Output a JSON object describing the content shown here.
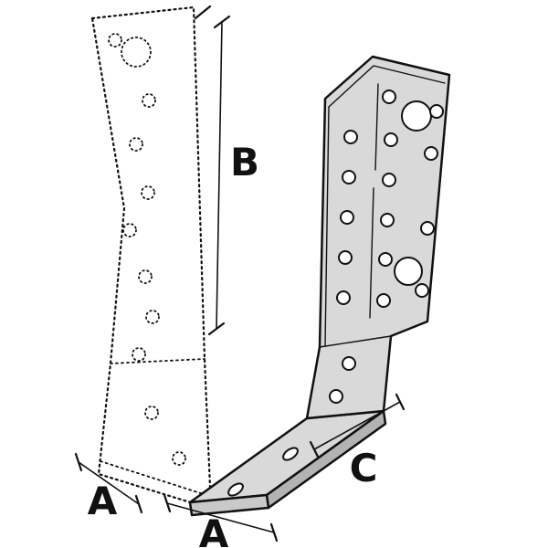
{
  "labels": {
    "b": "B",
    "a_side": "A",
    "a_base": "A",
    "c": "C"
  },
  "colors": {
    "line": "#111111",
    "metal_light": "#d9d9d9",
    "metal_mid": "#c9c9c9",
    "metal_dark": "#b3b3b3",
    "background": "#ffffff",
    "hole_fill": "#ffffff"
  }
}
